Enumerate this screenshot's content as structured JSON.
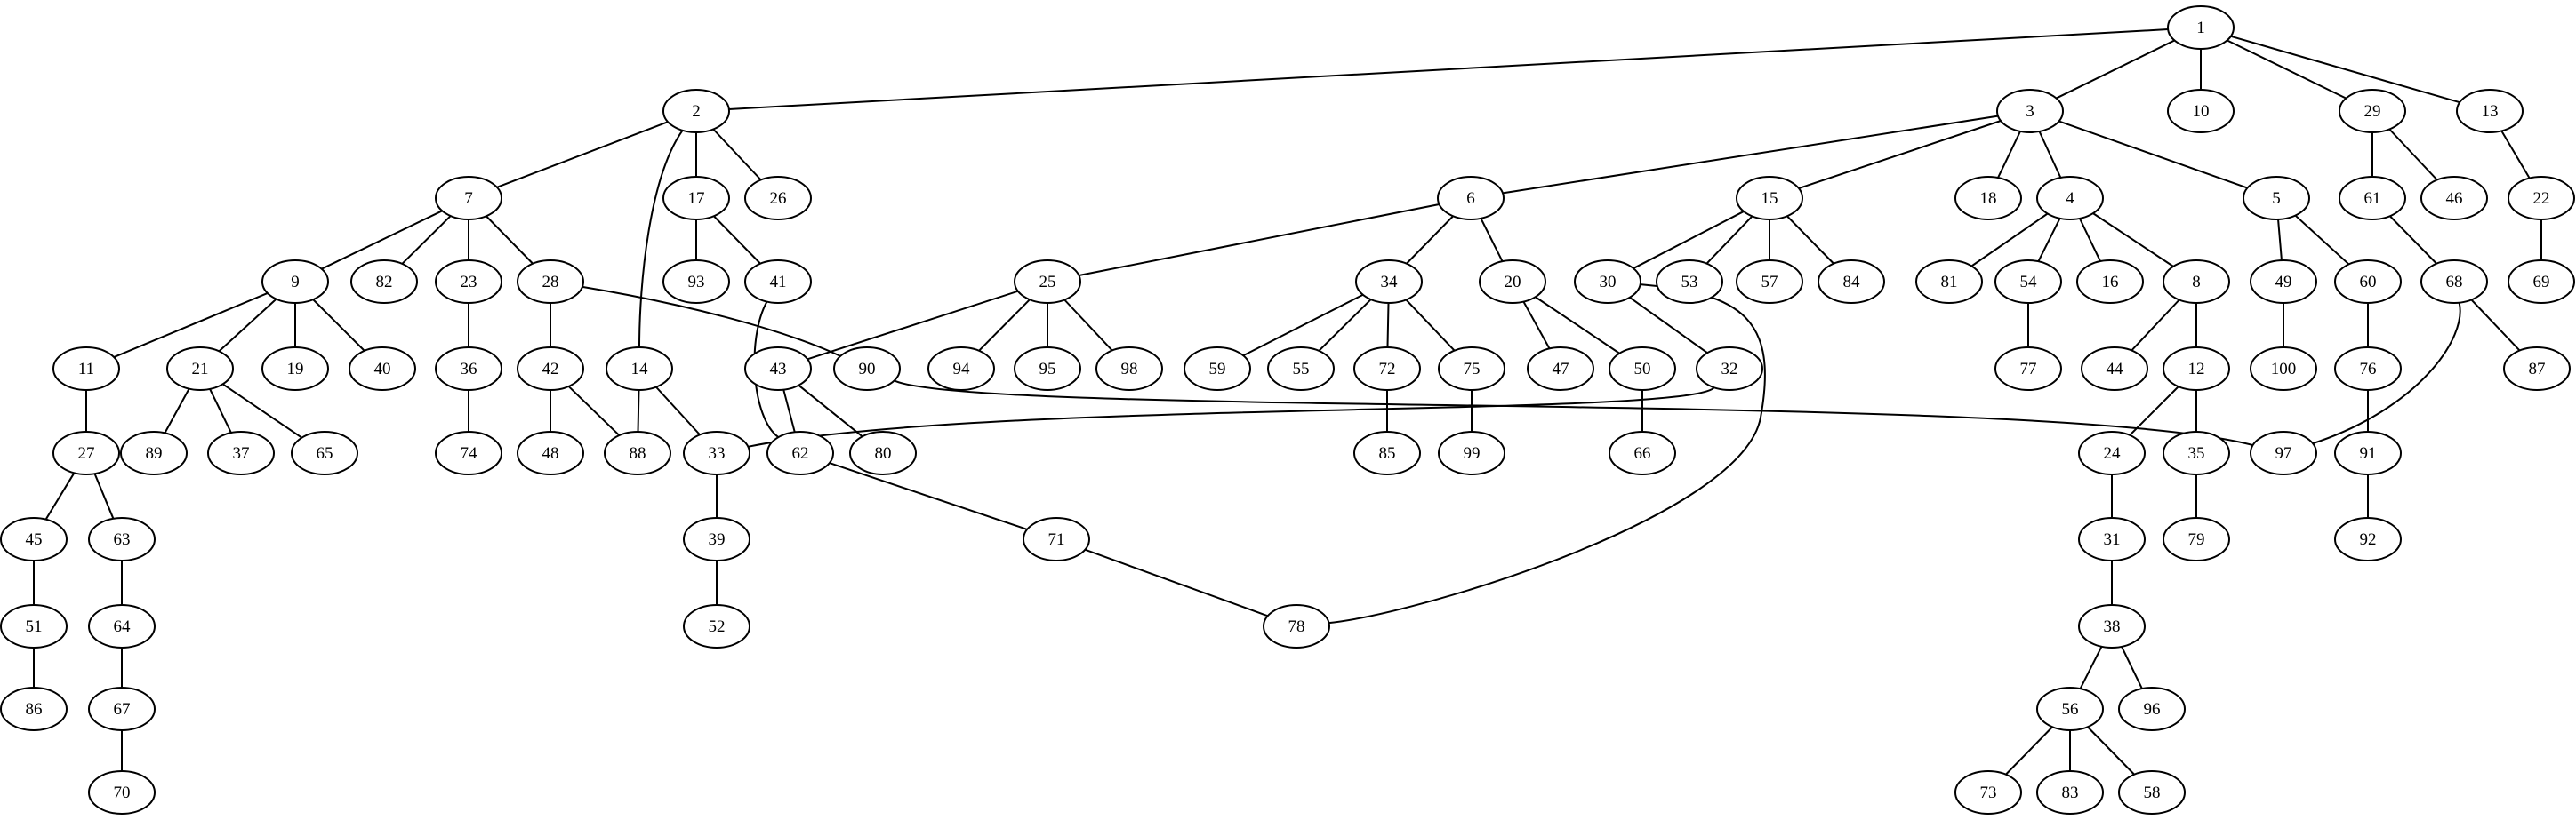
{
  "graph": {
    "nodes": [
      "1",
      "2",
      "3",
      "4",
      "5",
      "6",
      "7",
      "8",
      "9",
      "10",
      "11",
      "12",
      "13",
      "14",
      "15",
      "16",
      "17",
      "18",
      "19",
      "20",
      "21",
      "22",
      "23",
      "24",
      "25",
      "26",
      "27",
      "28",
      "29",
      "30",
      "31",
      "32",
      "33",
      "34",
      "35",
      "36",
      "37",
      "38",
      "39",
      "40",
      "41",
      "42",
      "43",
      "44",
      "45",
      "46",
      "47",
      "48",
      "49",
      "50",
      "51",
      "52",
      "53",
      "54",
      "55",
      "56",
      "57",
      "58",
      "59",
      "60",
      "61",
      "62",
      "63",
      "64",
      "65",
      "66",
      "67",
      "68",
      "69",
      "70",
      "71",
      "72",
      "73",
      "74",
      "75",
      "76",
      "77",
      "78",
      "79",
      "80",
      "81",
      "82",
      "83",
      "84",
      "85",
      "86",
      "87",
      "88",
      "89",
      "90",
      "91",
      "92",
      "93",
      "94",
      "95",
      "96",
      "97",
      "98",
      "99",
      "100"
    ],
    "edges": [
      [
        "1",
        "2"
      ],
      [
        "1",
        "3"
      ],
      [
        "1",
        "10"
      ],
      [
        "1",
        "29"
      ],
      [
        "1",
        "13"
      ],
      [
        "2",
        "7"
      ],
      [
        "2",
        "17"
      ],
      [
        "2",
        "26"
      ],
      [
        "2",
        "14"
      ],
      [
        "3",
        "6"
      ],
      [
        "3",
        "15"
      ],
      [
        "3",
        "18"
      ],
      [
        "3",
        "4"
      ],
      [
        "3",
        "5"
      ],
      [
        "29",
        "61"
      ],
      [
        "29",
        "46"
      ],
      [
        "13",
        "22"
      ],
      [
        "22",
        "69"
      ],
      [
        "7",
        "9"
      ],
      [
        "7",
        "82"
      ],
      [
        "7",
        "23"
      ],
      [
        "7",
        "28"
      ],
      [
        "17",
        "93"
      ],
      [
        "17",
        "41"
      ],
      [
        "6",
        "25"
      ],
      [
        "6",
        "34"
      ],
      [
        "6",
        "20"
      ],
      [
        "15",
        "30"
      ],
      [
        "15",
        "53"
      ],
      [
        "15",
        "57"
      ],
      [
        "15",
        "84"
      ],
      [
        "4",
        "81"
      ],
      [
        "4",
        "54"
      ],
      [
        "4",
        "16"
      ],
      [
        "4",
        "8"
      ],
      [
        "5",
        "49"
      ],
      [
        "5",
        "60"
      ],
      [
        "61",
        "68"
      ],
      [
        "9",
        "11"
      ],
      [
        "9",
        "21"
      ],
      [
        "9",
        "19"
      ],
      [
        "9",
        "40"
      ],
      [
        "23",
        "36"
      ],
      [
        "28",
        "42"
      ],
      [
        "28",
        "90"
      ],
      [
        "41",
        "62"
      ],
      [
        "25",
        "43"
      ],
      [
        "25",
        "94"
      ],
      [
        "25",
        "95"
      ],
      [
        "25",
        "98"
      ],
      [
        "34",
        "59"
      ],
      [
        "34",
        "55"
      ],
      [
        "34",
        "72"
      ],
      [
        "34",
        "75"
      ],
      [
        "20",
        "47"
      ],
      [
        "20",
        "50"
      ],
      [
        "30",
        "32"
      ],
      [
        "30",
        "78"
      ],
      [
        "54",
        "77"
      ],
      [
        "8",
        "44"
      ],
      [
        "8",
        "12"
      ],
      [
        "49",
        "100"
      ],
      [
        "60",
        "76"
      ],
      [
        "68",
        "87"
      ],
      [
        "68",
        "97"
      ],
      [
        "11",
        "27"
      ],
      [
        "21",
        "89"
      ],
      [
        "21",
        "37"
      ],
      [
        "21",
        "65"
      ],
      [
        "36",
        "74"
      ],
      [
        "42",
        "48"
      ],
      [
        "42",
        "88"
      ],
      [
        "14",
        "88"
      ],
      [
        "14",
        "33"
      ],
      [
        "90",
        "97"
      ],
      [
        "43",
        "62"
      ],
      [
        "43",
        "80"
      ],
      [
        "72",
        "85"
      ],
      [
        "75",
        "99"
      ],
      [
        "50",
        "66"
      ],
      [
        "32",
        "33"
      ],
      [
        "12",
        "24"
      ],
      [
        "12",
        "35"
      ],
      [
        "76",
        "91"
      ],
      [
        "27",
        "45"
      ],
      [
        "27",
        "63"
      ],
      [
        "33",
        "39"
      ],
      [
        "62",
        "71"
      ],
      [
        "24",
        "31"
      ],
      [
        "35",
        "79"
      ],
      [
        "91",
        "92"
      ],
      [
        "45",
        "51"
      ],
      [
        "63",
        "64"
      ],
      [
        "39",
        "52"
      ],
      [
        "71",
        "78"
      ],
      [
        "31",
        "38"
      ],
      [
        "51",
        "86"
      ],
      [
        "64",
        "67"
      ],
      [
        "38",
        "56"
      ],
      [
        "38",
        "96"
      ],
      [
        "67",
        "70"
      ],
      [
        "56",
        "73"
      ],
      [
        "56",
        "83"
      ],
      [
        "56",
        "58"
      ]
    ]
  }
}
